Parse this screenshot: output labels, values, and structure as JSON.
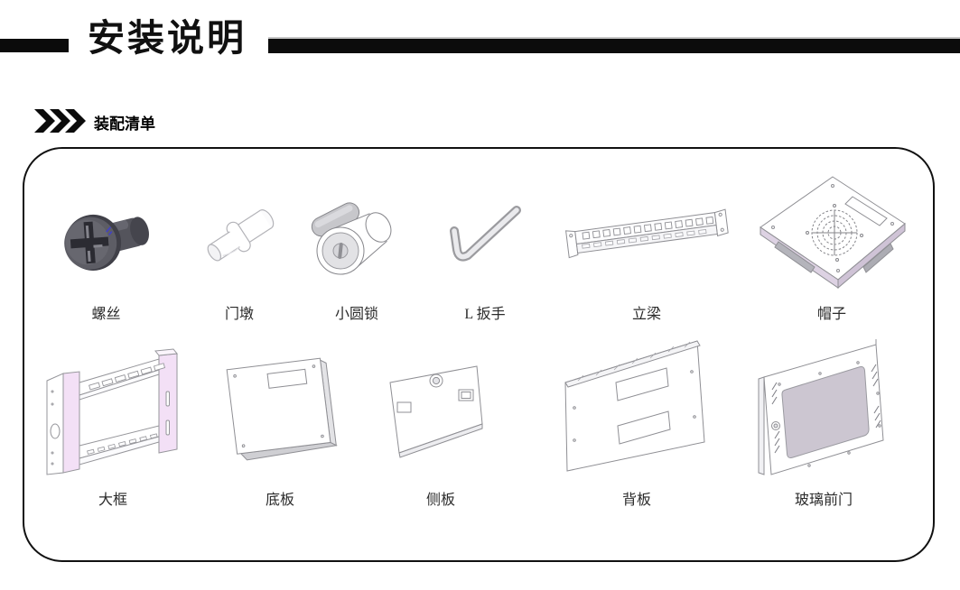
{
  "header": {
    "title": "安装说明"
  },
  "section": {
    "heading": "装配清单"
  },
  "panel": {
    "row1": [
      {
        "label": "螺丝",
        "icon": "screw-icon"
      },
      {
        "label": "门墩",
        "icon": "door-stop-icon"
      },
      {
        "label": "小圆锁",
        "icon": "cam-lock-icon"
      },
      {
        "label": "L 扳手",
        "icon": "l-wrench-icon"
      },
      {
        "label": "立梁",
        "icon": "upright-beam-icon"
      },
      {
        "label": "帽子",
        "icon": "top-cap-icon"
      }
    ],
    "row2": [
      {
        "label": "大框",
        "icon": "main-frame-icon"
      },
      {
        "label": "底板",
        "icon": "bottom-plate-icon"
      },
      {
        "label": "侧板",
        "icon": "side-plate-icon"
      },
      {
        "label": "背板",
        "icon": "back-plate-icon"
      },
      {
        "label": "玻璃前门",
        "icon": "glass-front-door-icon"
      }
    ]
  },
  "colors": {
    "header_bar": "#0b0b0b",
    "panel_border": "#111111",
    "frame_pink": "#f3e0f6",
    "cap_lavender": "#d5c8dc",
    "glass_gray": "#ccc6d1",
    "screw_body": "#55555d",
    "outline_gray": "#8f8f94"
  }
}
